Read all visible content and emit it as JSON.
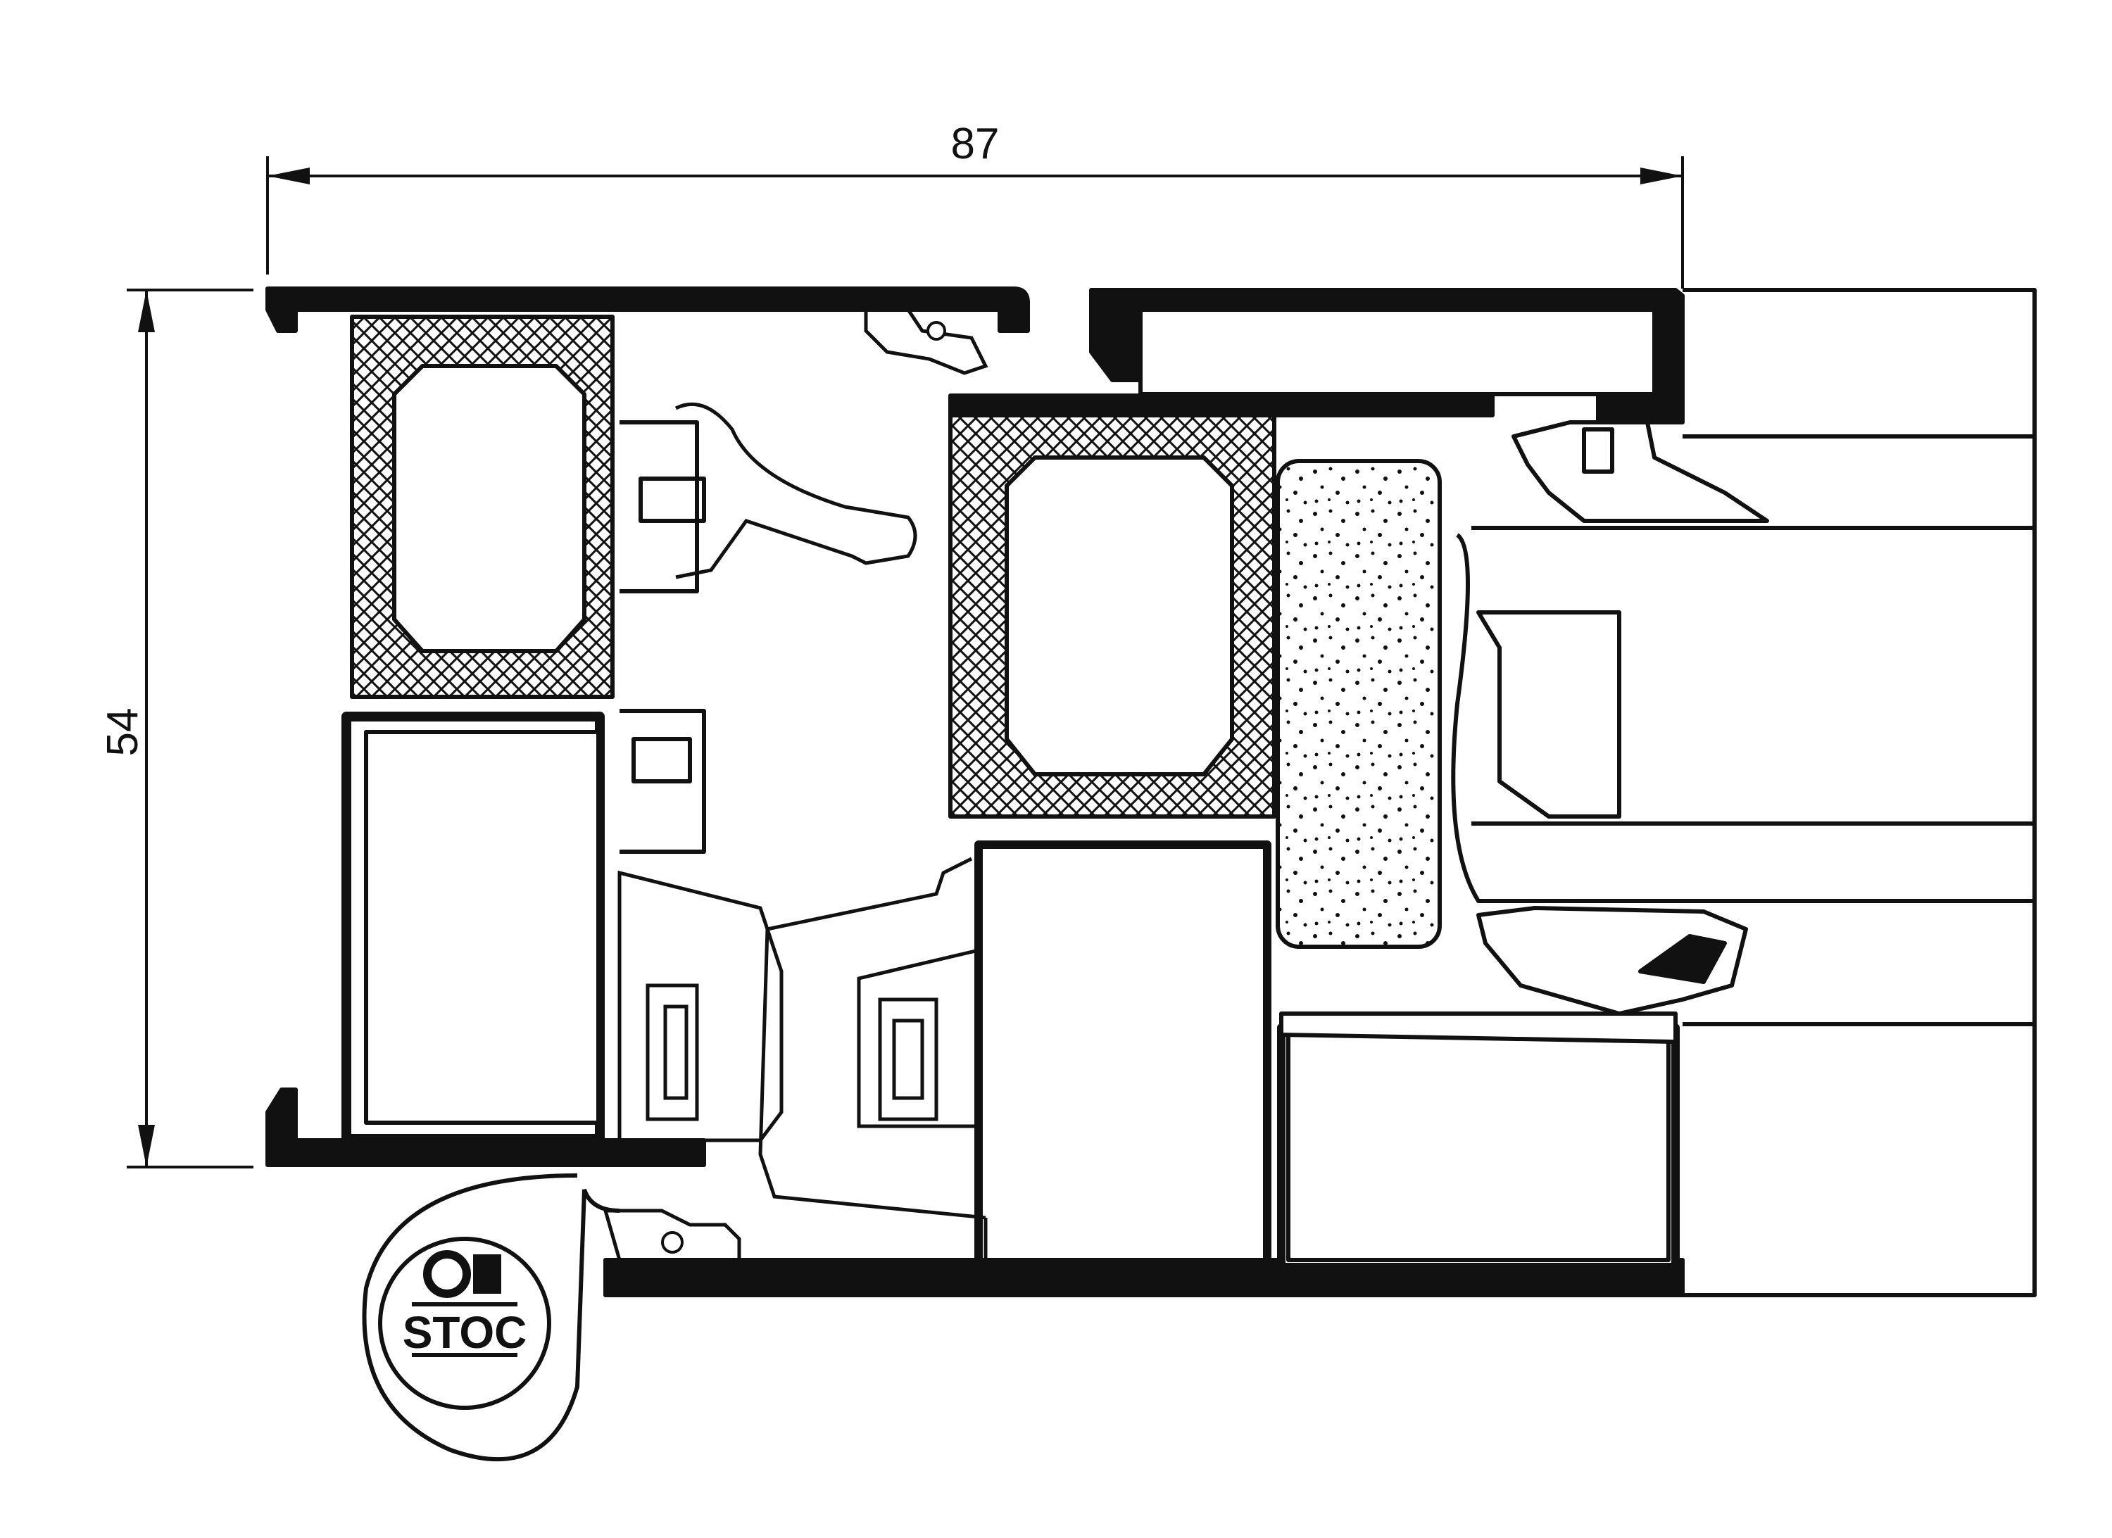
{
  "dimensions": {
    "width_value": "87",
    "height_value": "54"
  },
  "logo": {
    "brand_text": "STOC",
    "icon": "stoc-logo-icon"
  },
  "colors": {
    "line": "#111111",
    "fill_dark": "#111111",
    "background": "#ffffff"
  }
}
